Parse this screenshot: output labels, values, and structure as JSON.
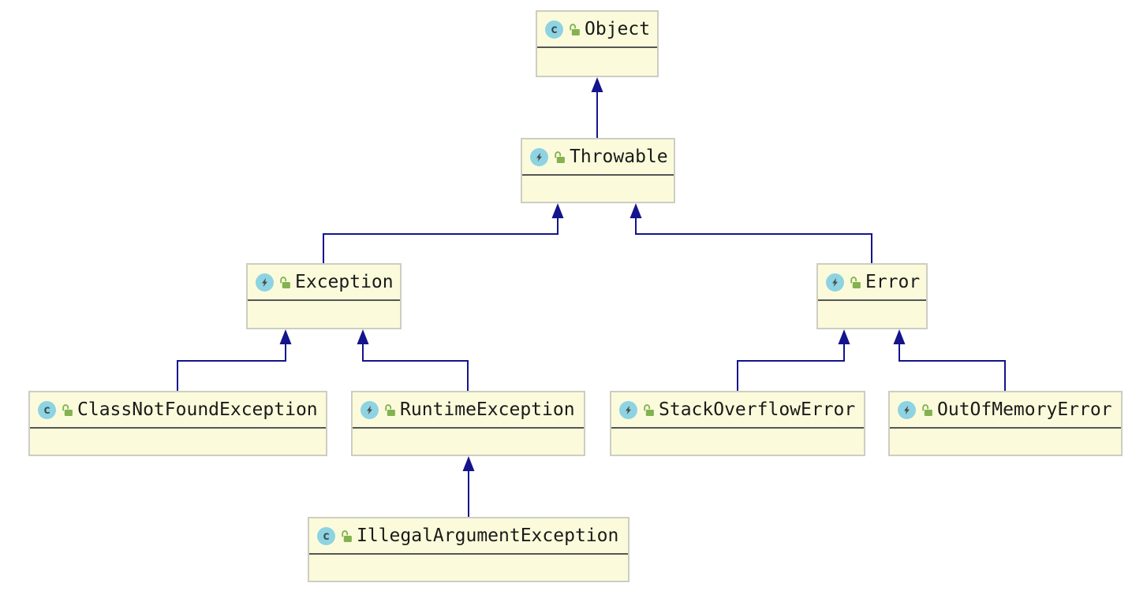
{
  "diagram": {
    "type": "uml-class-inheritance",
    "colors": {
      "background": "#FFFFFF",
      "node_fill": "#FBFBDC",
      "node_border": "#CDCDC2",
      "divider": "#555555",
      "edge": "#14148C",
      "class_icon_bg": "#8ED3E2",
      "icon_glyph": "#3A4A50",
      "lock_icon": "#84B251",
      "text": "#1A1A1A"
    },
    "icon_glyphs": {
      "class_letter": "c"
    },
    "nodes": [
      {
        "id": "object",
        "label": "Object",
        "kind_icon": "class-icon",
        "modifier_icon": "open-lock-icon",
        "members": []
      },
      {
        "id": "throwable",
        "label": "Throwable",
        "kind_icon": "exception-icon",
        "modifier_icon": "open-lock-icon",
        "members": []
      },
      {
        "id": "exception",
        "label": "Exception",
        "kind_icon": "exception-icon",
        "modifier_icon": "open-lock-icon",
        "members": []
      },
      {
        "id": "error",
        "label": "Error",
        "kind_icon": "exception-icon",
        "modifier_icon": "open-lock-icon",
        "members": []
      },
      {
        "id": "classnotfoundexception",
        "label": "ClassNotFoundException",
        "kind_icon": "class-icon",
        "modifier_icon": "open-lock-icon",
        "members": []
      },
      {
        "id": "runtimeexception",
        "label": "RuntimeException",
        "kind_icon": "exception-icon",
        "modifier_icon": "open-lock-icon",
        "members": []
      },
      {
        "id": "stackoverflowerror",
        "label": "StackOverflowError",
        "kind_icon": "exception-icon",
        "modifier_icon": "open-lock-icon",
        "members": []
      },
      {
        "id": "outofmemoryerror",
        "label": "OutOfMemoryError",
        "kind_icon": "exception-icon",
        "modifier_icon": "open-lock-icon",
        "members": []
      },
      {
        "id": "illegalargumentexception",
        "label": "IllegalArgumentException",
        "kind_icon": "class-icon",
        "modifier_icon": "open-lock-icon",
        "members": []
      }
    ],
    "edges": [
      {
        "from": "Throwable",
        "to": "Object",
        "relation": "extends"
      },
      {
        "from": "Exception",
        "to": "Throwable",
        "relation": "extends"
      },
      {
        "from": "Error",
        "to": "Throwable",
        "relation": "extends"
      },
      {
        "from": "ClassNotFoundException",
        "to": "Exception",
        "relation": "extends"
      },
      {
        "from": "RuntimeException",
        "to": "Exception",
        "relation": "extends"
      },
      {
        "from": "StackOverflowError",
        "to": "Error",
        "relation": "extends"
      },
      {
        "from": "OutOfMemoryError",
        "to": "Error",
        "relation": "extends"
      },
      {
        "from": "IllegalArgumentException",
        "to": "RuntimeException",
        "relation": "extends"
      }
    ]
  }
}
